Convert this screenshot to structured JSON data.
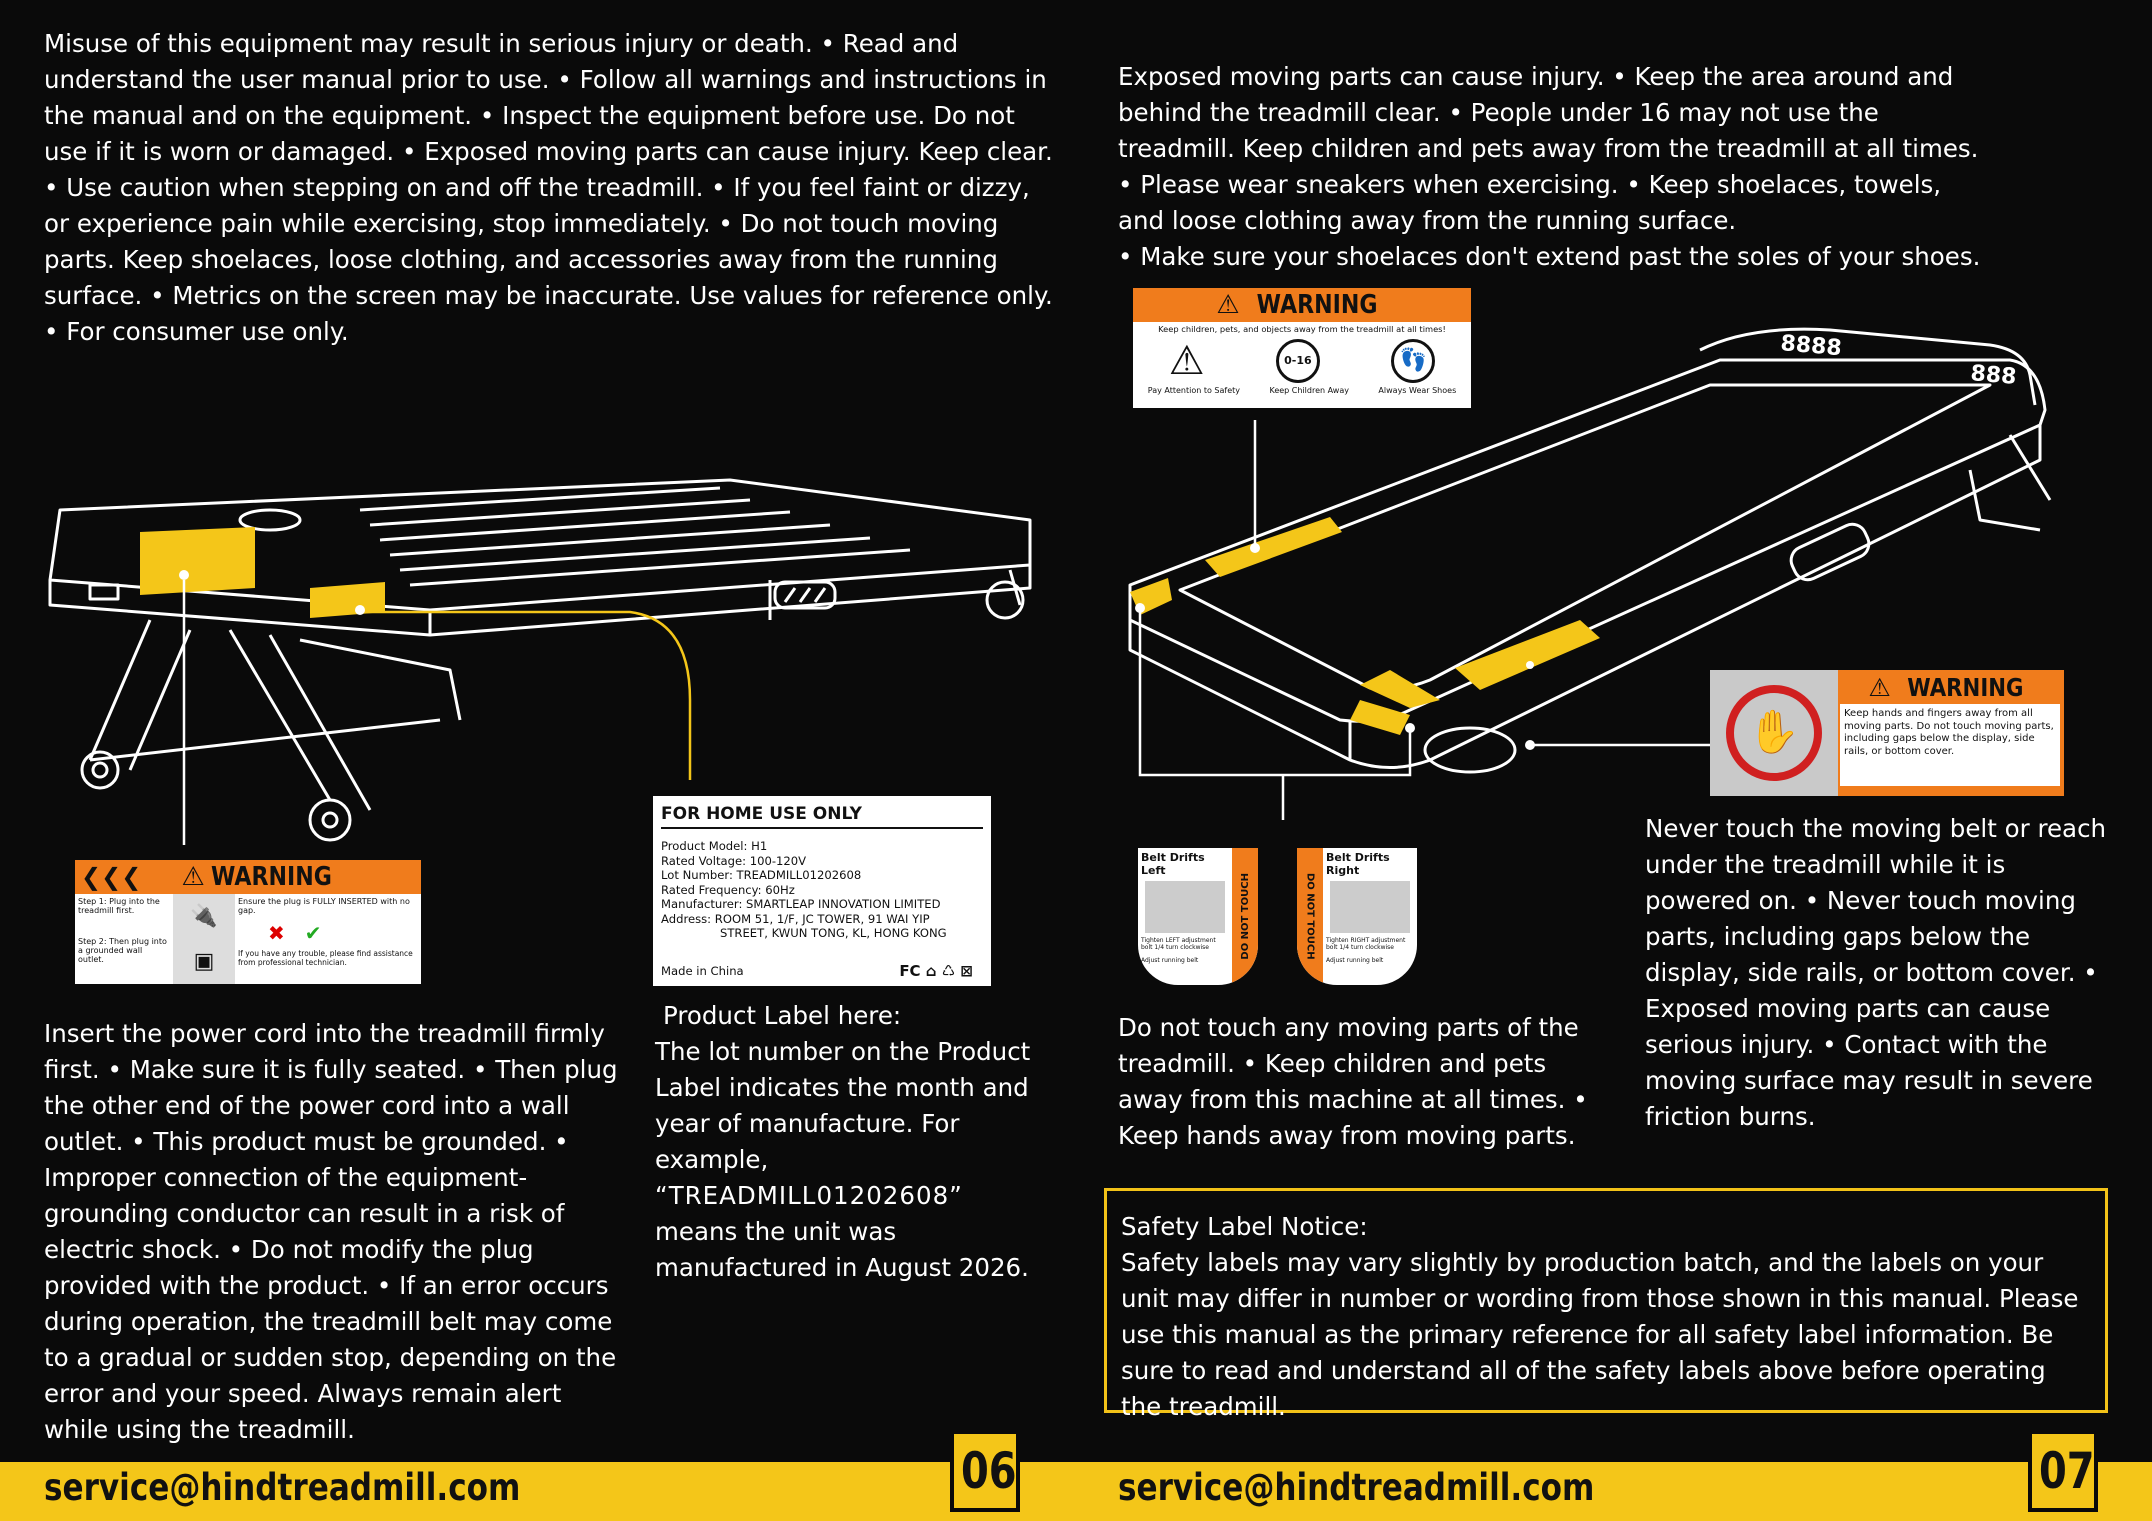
{
  "page_left": {
    "intro": "Misuse of this equipment may result in serious injury or death. • Read and understand the user manual prior to use. • Follow all warnings and instructions in the manual and on the equipment. • Inspect the equipment before use. Do not use if it is worn or damaged. • Exposed moving parts can cause injury. Keep clear. • Use caution when stepping on and off the treadmill. • If you feel faint or dizzy, or experience pain while exercising, stop immediately. • Do not touch moving parts. Keep shoelaces, loose clothing, and accessories away from the running surface. • Metrics on the screen may be inaccurate. Use values for reference only. • For consumer use only.",
    "power_warning_label": {
      "heading": "WARNING",
      "step1": "Step 1: Plug into the treadmill first.",
      "step2": "Step 2: Then plug into a grounded wall outlet.",
      "ensure": "Ensure the plug is FULLY INSERTED with no gap.",
      "trouble": "If you have any trouble, please find assistance from professional technician."
    },
    "power_text": "Insert the power cord into the treadmill firmly first. • Make sure it is fully seated. • Then plug the other end of the power cord into a wall outlet. • This product must be grounded. • Improper connection of the equipment-grounding conductor can result in a risk of electric shock. • Do not modify the plug provided with the product. • If an error occurs during operation, the treadmill belt may come to a gradual or sudden stop, depending on the error and your speed. Always remain alert while using the treadmill.",
    "product_label": {
      "title": "FOR HOME USE ONLY",
      "lines": [
        "Product Model: H1",
        "Rated Voltage: 100-120V",
        "Lot Number: TREADMILL01202608",
        "Rated Frequency: 60Hz",
        "Manufacturer: SMARTLEAP INNOVATION LIMITED",
        "Address:  ROOM 51, 1/F, JC TOWER, 91 WAI YIP",
        "                STREET, KWUN TONG, KL, HONG KONG"
      ],
      "made_in": "Made in China",
      "marks": "FC ⌂ ♺ ⊠"
    },
    "label_note": {
      "line1": "Product Label here:",
      "line2": "The lot number on the Product Label indicates the month and year of manufacture. For example,",
      "line3": "“TREADMILL01202608”",
      "line4": "means the unit was manufactured in August 2026."
    },
    "email": "service@hindtreadmill.com",
    "page_number": "06"
  },
  "page_right": {
    "intro_lines": [
      "Exposed moving parts can cause injury. • Keep the area around and",
      "behind the treadmill clear. • People under 16 may not use the",
      "treadmill. Keep children and pets away from the treadmill at all times.",
      "• Please wear sneakers when exercising. • Keep shoelaces, towels,",
      "and loose clothing away from the running surface.",
      "• Make sure your shoelaces don't extend past the soles of your shoes."
    ],
    "safety_label": {
      "heading": "WARNING",
      "subheading": "Keep children, pets, and objects away from the treadmill at all times!",
      "icons": [
        "Pay Attention to Safety",
        "Keep Children Away",
        "Always Wear Shoes"
      ],
      "age": "0-16"
    },
    "hands_label": {
      "heading": "WARNING",
      "text": "Keep hands and fingers away from all moving parts. Do not touch moving parts, including gaps below the display, side rails, or bottom cover."
    },
    "belt_labels": [
      {
        "title": "Belt Drifts Left",
        "side": "DO NOT TOUCH",
        "tip": "Tighten LEFT adjustment bolt 1/4 turn clockwise",
        "foot": "Adjust running belt"
      },
      {
        "title": "Belt Drifts Right",
        "side": "DO NOT TOUCH",
        "tip": "Tighten RIGHT adjustment bolt 1/4 turn clockwise",
        "foot": "Adjust running belt"
      }
    ],
    "console_display": [
      "8888",
      "888"
    ],
    "moving_text": "Do not touch any moving parts of the treadmill. • Keep children and pets away from this machine at all times. • Keep hands away from moving parts.",
    "belt_text": "Never touch the moving belt or reach under the treadmill while it is powered on. • Never touch moving parts, including gaps below the display, side rails, or bottom cover. • Exposed moving parts can cause serious injury. • Contact with the moving surface may result in severe friction burns.",
    "notice": {
      "title": "Safety Label Notice:",
      "body": "Safety labels may vary slightly by production batch, and the labels on your unit may differ in number or wording from those shown in this manual. Please use this manual as the primary reference for all safety label information. Be sure to read and understand all of the safety labels above before operating the treadmill."
    },
    "email": "service@hindtreadmill.com",
    "page_number": "07"
  },
  "colors": {
    "background": "#0a0a0a",
    "accent_yellow": "#f4c619",
    "warning_orange": "#f07c1c",
    "text": "#ffffff"
  }
}
